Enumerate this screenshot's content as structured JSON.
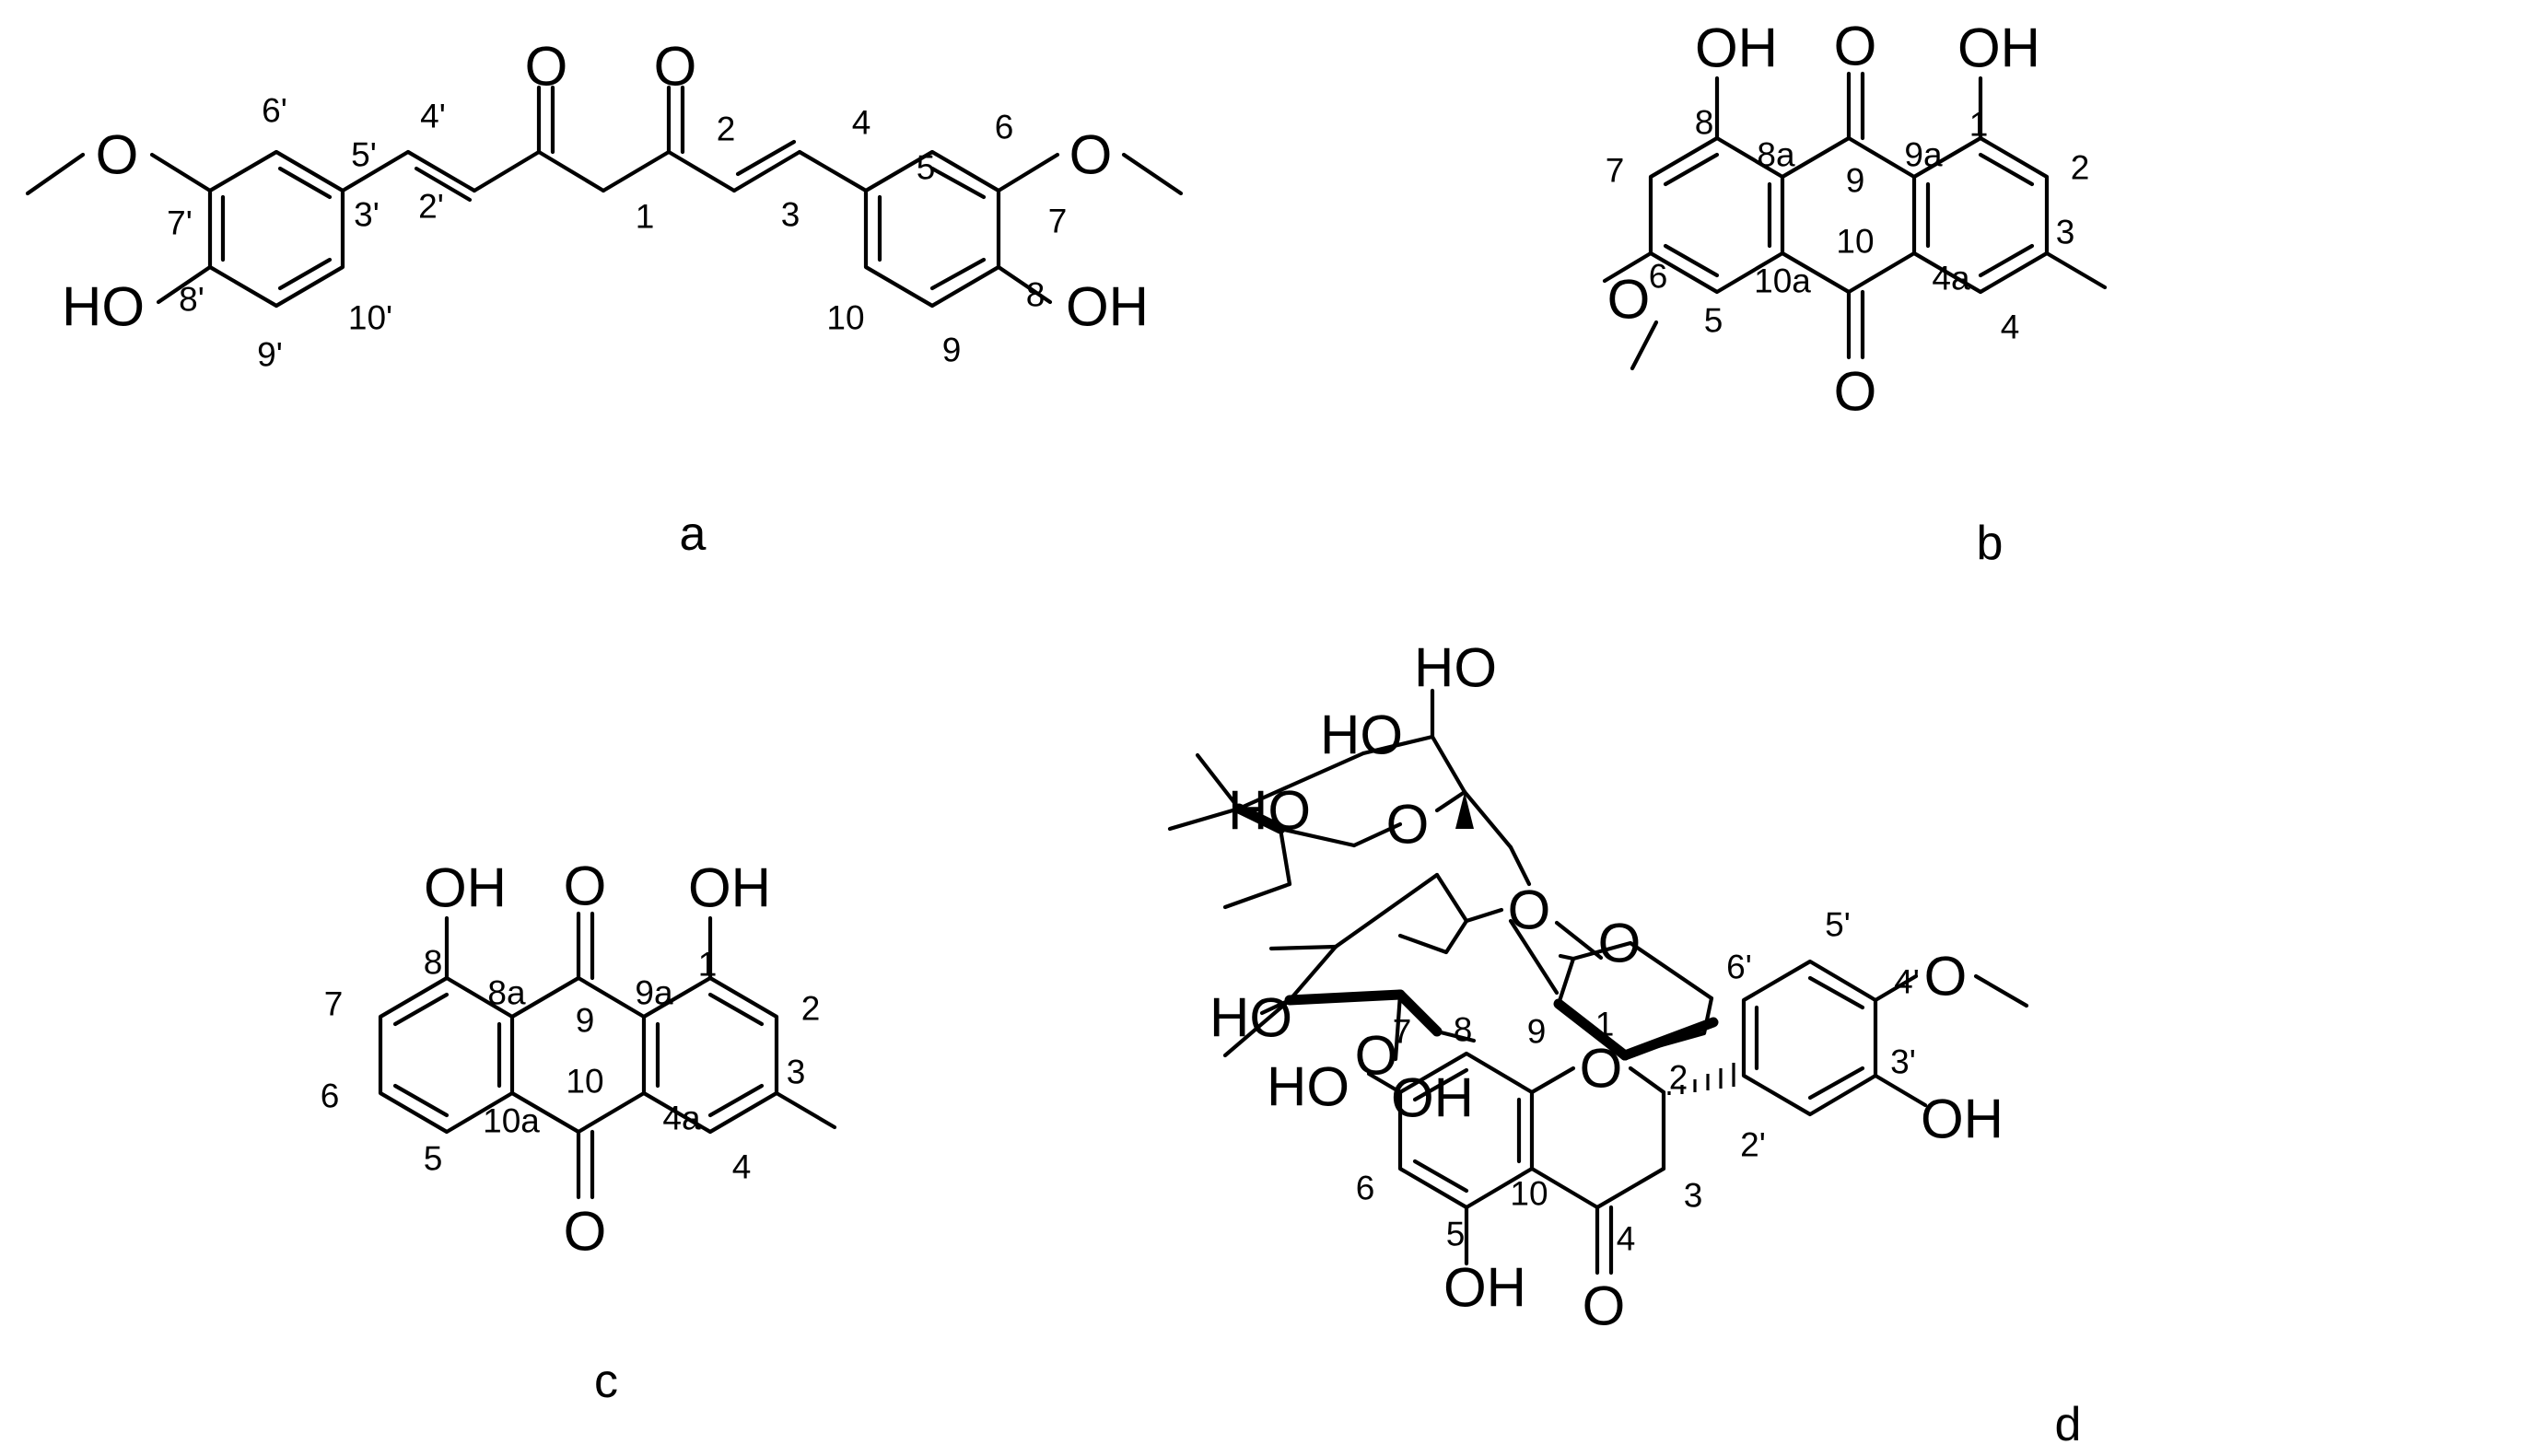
{
  "captions": {
    "a": "a",
    "b": "b",
    "c": "c",
    "d": "d"
  },
  "atoms": {
    "O": "O",
    "OH": "OH",
    "HO": "HO"
  },
  "structure_a": {
    "locants": {
      "l1": "1",
      "l2": "2",
      "l3": "3",
      "l4": "4",
      "l5": "5",
      "l6": "6",
      "l7": "7",
      "l8": "8",
      "l9": "9",
      "l10": "10",
      "p2": "2'",
      "p3": "3'",
      "p4": "4'",
      "p5": "5'",
      "p6": "6'",
      "p7": "7'",
      "p8": "8'",
      "p9": "9'",
      "p10": "10'"
    }
  },
  "structure_b": {
    "locants": {
      "l1": "1",
      "l2": "2",
      "l3": "3",
      "l4": "4",
      "l4a": "4a",
      "l5": "5",
      "l6": "6",
      "l7": "7",
      "l8": "8",
      "l8a": "8a",
      "l9": "9",
      "l9a": "9a",
      "l10": "10",
      "l10a": "10a"
    }
  },
  "structure_c": {
    "locants": {
      "l1": "1",
      "l2": "2",
      "l3": "3",
      "l4": "4",
      "l4a": "4a",
      "l5": "5",
      "l6": "6",
      "l7": "7",
      "l8": "8",
      "l8a": "8a",
      "l9": "9",
      "l9a": "9a",
      "l10": "10",
      "l10a": "10a"
    }
  },
  "structure_d": {
    "locants": {
      "l1": "1",
      "l2": "2",
      "l3": "3",
      "l4": "4",
      "l5": "5",
      "l6": "6",
      "l7": "7",
      "l8": "8",
      "l9": "9",
      "l10": "10",
      "p2": "2'",
      "p3": "3'",
      "p4": "4'",
      "p5": "5'",
      "p6": "6'"
    }
  }
}
